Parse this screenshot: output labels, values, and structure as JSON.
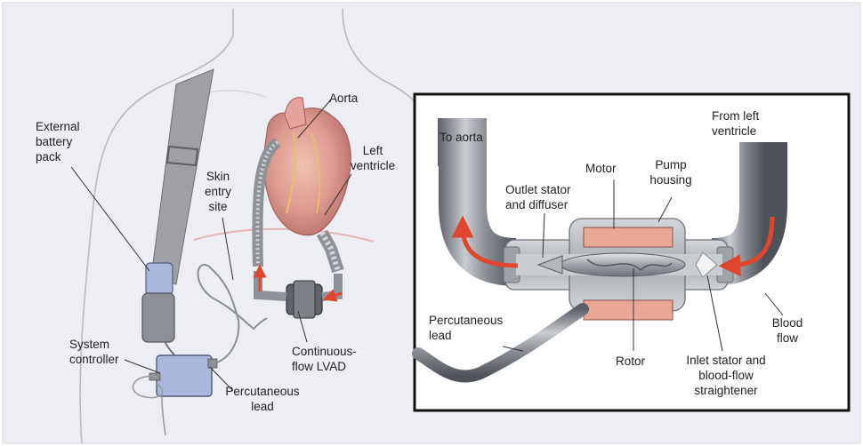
{
  "left_panel": {
    "labels": {
      "battery": "External\nbattery\npack",
      "skin": "Skin\nentry\nsite",
      "aorta": "Aorta",
      "lv": "Left\nventricle",
      "controller": "System\ncontroller",
      "perc": "Percutaneous\nlead",
      "lvad": "Continuous-\nflow LVAD"
    }
  },
  "right_panel": {
    "labels": {
      "to_aorta": "To aorta",
      "from_lv": "From left\nventricle",
      "motor": "Motor",
      "housing": "Pump\nhousing",
      "outlet": "Outlet stator\nand diffuser",
      "perc": "Percutaneous\nlead",
      "rotor": "Rotor",
      "inlet": "Inlet stator and\nblood-flow\nstraightener",
      "blood": "Blood\nflow"
    }
  },
  "colors": {
    "background": "#edeef4",
    "panel_border": "#111111",
    "flow_arrow": "#e0462e",
    "motor": "#e9a896",
    "heart": "#d98b86",
    "tube": "#9aa0a7",
    "controller": "#aab6dc"
  }
}
